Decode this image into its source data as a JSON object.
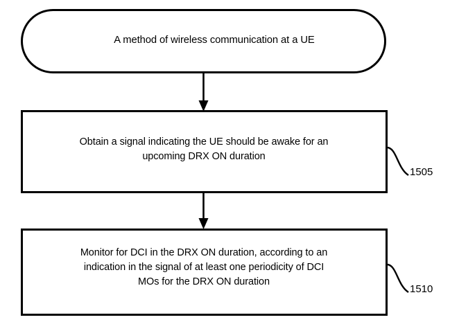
{
  "figure": {
    "type": "patent-flowchart",
    "background_color": "#ffffff",
    "stroke_color": "#000000"
  },
  "nodes": [
    {
      "id": "start",
      "shape": "stadium",
      "text": "A method of wireless communication at a UE"
    },
    {
      "id": "step-1505",
      "shape": "rectangle",
      "reference_numeral": "1505",
      "text": "Obtain a signal indicating the UE should be awake for an\nupcoming DRX ON duration"
    },
    {
      "id": "step-1510",
      "shape": "rectangle",
      "reference_numeral": "1510",
      "text": "Monitor for DCI in the DRX ON duration, according to an\nindication in the signal of at least one periodicity of DCI\nMOs for the DRX ON duration"
    }
  ],
  "connectors": [
    {
      "id": "arrow-start-to-1505",
      "from": "start",
      "to": "step-1505",
      "style": "solid-arrow-down"
    },
    {
      "id": "arrow-1505-to-1510",
      "from": "step-1505",
      "to": "step-1510",
      "style": "solid-arrow-down"
    }
  ],
  "leaders": [
    {
      "id": "leader-1505",
      "target": "step-1505",
      "label": "1505"
    },
    {
      "id": "leader-1510",
      "target": "step-1510",
      "label": "1510"
    }
  ]
}
